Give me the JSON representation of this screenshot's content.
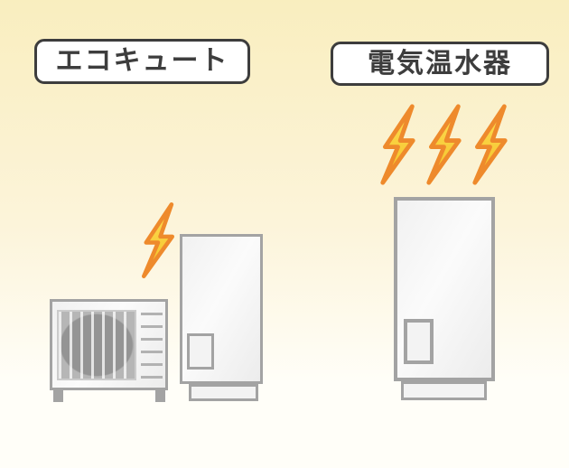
{
  "ecocute": {
    "label": "エコキュート",
    "bolt_count": 1,
    "parts": {
      "heat_pump_unit": "heat-pump-outdoor-unit",
      "tank": "storage-tank"
    }
  },
  "electric_heater": {
    "label": "電気温水器",
    "bolt_count": 3,
    "parts": {
      "tank": "water-heater-tank"
    }
  },
  "icons": {
    "energy": "lightning-bolt-icon"
  },
  "colors": {
    "bg_top": "#f9eebf",
    "bg_mid": "#fcf4da",
    "bg_bottom": "#fffef8",
    "label_border": "#3d3d3d",
    "label_text": "#3d3d3d",
    "label_bg": "#ffffff",
    "bolt_outline": "#ee8a2c",
    "bolt_fill_top": "#ffdf55",
    "bolt_fill_bottom": "#f2bf26",
    "appliance_border": "#a3a3a3",
    "grille_frame": "#cbcbcb",
    "grille_bg": "#b6b6b6",
    "grille_fan": "#949494",
    "vent_line": "#b2b2b2"
  }
}
